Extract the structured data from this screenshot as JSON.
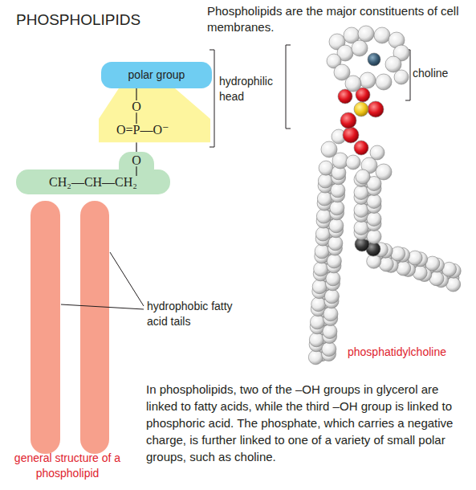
{
  "diagram": {
    "title": "PHOSPHOLIPIDS",
    "nodes": [
      {
        "text": [
          "polar group"
        ]
      },
      {
        "text": [
          "O",
          "O=P—O⁻"
        ]
      },
      {
        "text": [
          "O",
          "CH₂—CH—CH₂"
        ]
      }
    ],
    "edges": [
      {
        "from": 1,
        "to": 2,
        "arrow": "none"
      }
    ],
    "labels": [
      "Phospholipids are the major constituents of cell membranes.",
      "hydrophilic head",
      "choline",
      "hydrophobic fatty acid tails",
      "phosphatidylcholine",
      "In phospholipids, two of the –OH groups in glycerol are linked to fatty acids, while the third –OH group is linked to phosphoric acid. The phosphate, which carries a negative charge, is further linked to one of a variety of small polar groups, such as choline.",
      "general structure of a phospholipid"
    ]
  }
}
